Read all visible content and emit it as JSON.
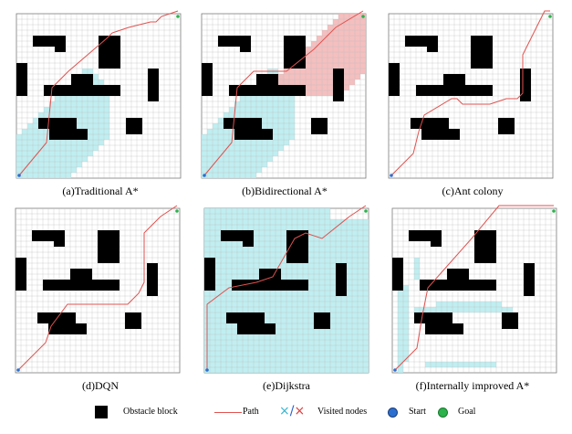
{
  "figure": {
    "panels": [
      {
        "id": "a",
        "caption": "(a)Traditional A*",
        "method": "traditional-a-star",
        "visited_style": "cyan-one-side"
      },
      {
        "id": "b",
        "caption": "(b)Bidirectional A*",
        "method": "bidirectional-a-star",
        "visited_style": "cyan-and-red"
      },
      {
        "id": "c",
        "caption": "(c)Ant colony",
        "method": "ant-colony",
        "visited_style": "none"
      },
      {
        "id": "d",
        "caption": "(d)DQN",
        "method": "dqn",
        "visited_style": "none"
      },
      {
        "id": "e",
        "caption": "(e)Dijkstra",
        "method": "dijkstra",
        "visited_style": "full"
      },
      {
        "id": "f",
        "caption": "(f)Internally improved A*",
        "method": "internally-improved-a-star",
        "visited_style": "sparse"
      }
    ],
    "legend": {
      "obstacle": "Obstacle block",
      "path": "Path",
      "visited": "Visited nodes",
      "start": "Start",
      "goal": "Goal"
    },
    "grid": {
      "cells": 30,
      "show_grid": true
    },
    "colors": {
      "obstacle": "#000000",
      "path": "#e0524f",
      "visited_forward": "#6fd3dc",
      "visited_backward": "#e05050",
      "start": "#2a6fd0",
      "goal": "#2bb24a",
      "grid_line": "#bdbdbd"
    }
  }
}
